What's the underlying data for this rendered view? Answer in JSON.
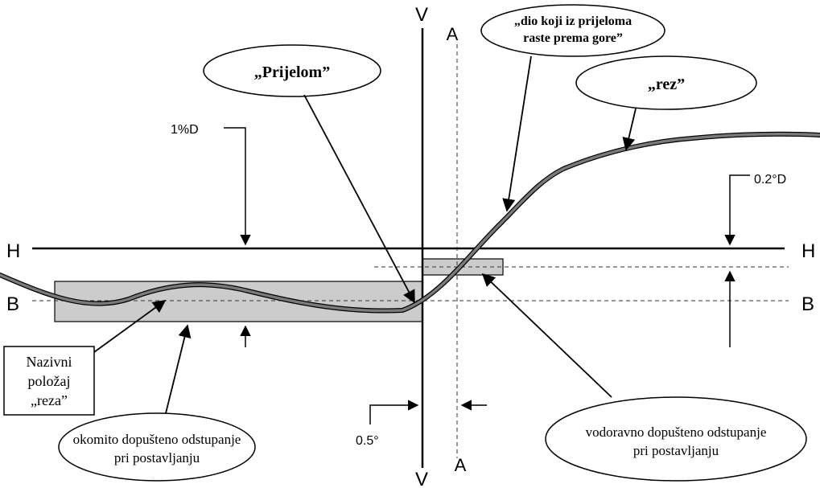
{
  "axes": {
    "v_top": "V",
    "v_bottom": "V",
    "a_top": "A",
    "a_bottom": "A",
    "h_left": "H",
    "h_right": "H",
    "b_left": "B",
    "b_right": "B"
  },
  "dimensions": {
    "one_percent_d": "1%D",
    "zero_two_deg_d": "0.2°D",
    "zero_five_deg": "0.5°"
  },
  "callouts": {
    "prijelom": "„Prijelom”",
    "rez": "„rez”",
    "dio_line1": "„dio koji iz prijeloma",
    "dio_line2": "raste prema gore”",
    "nazivni_line1": "Nazivni",
    "nazivni_line2": "položaj",
    "nazivni_line3": "„reza”",
    "okomito_line1": "okomito dopušteno odstupanje",
    "okomito_line2": "pri postavljanju",
    "vodoravno_line1": "vodoravno dopušteno odstupanje",
    "vodoravno_line2": "pri postavljanju"
  },
  "colors": {
    "line": "#000000",
    "band_fill": "#cccccc",
    "curve": "#7a7a7a"
  }
}
